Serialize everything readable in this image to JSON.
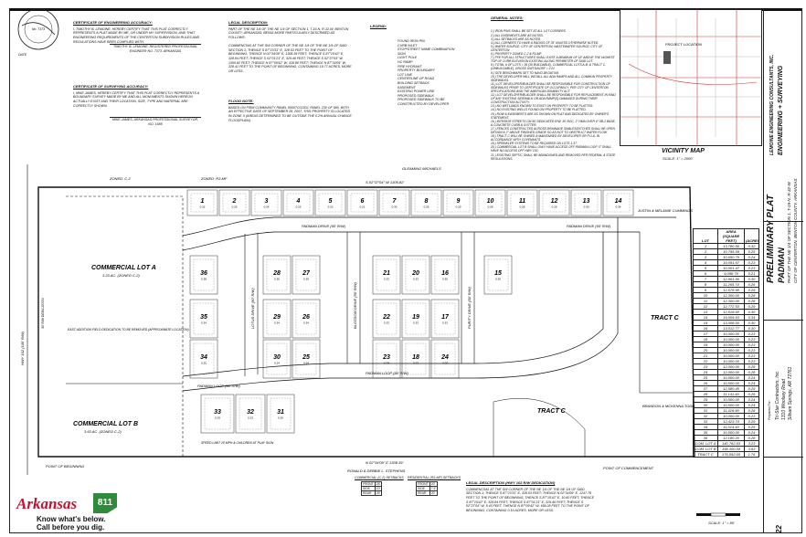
{
  "certificates": {
    "engineering_title": "CERTIFICATE OF ENGINEERING ACCURACY:",
    "engineering_text": "I, TIMOTHY B. LEMOINE, HEREBY CERTIFY THAT THIS PLAT CORRECTLY REPRESENTS A PLAT MADE BY ME, OR UNDER MY SUPERVISION, AND THAT ENGINEERING REQUIREMENTS OF THE CENTERTON SUBDIVISION RULES AND REGULATIONS HAVE BEEN COMPLIED WITH.",
    "engineer_sign": "TIMOTHY B. LEMOINE, REGISTERED PROFESSIONAL ENGINEER NO. 7373, ARKANSAS",
    "surveying_title": "CERTIFICATE OF SURVEYING ACCURACY:",
    "surveying_text": "I, MIKE JAMES, HEREBY CERTIFY THAT THIS PLAT CORRECTLY REPRESENTS A BOUNDARY SURVEY MADE BY ME AND ALL MONUMENTS SHOWN HEREON ACTUALLY EXIST AND THEIR LOCATION, SIZE, TYPE AND MATERIAL ARE CORRECTLY SHOWN.",
    "surveyor_sign": "MIKE JAMES, ARKANSAS PROFESSIONAL SURVEYOR, NO. 1685",
    "date_label": "DATE",
    "seal_text": "ARKANSAS REGISTERED PROFESSIONAL ENGINEER"
  },
  "legal_description": {
    "title": "LEGAL DESCRIPTION:",
    "text": "PART OF THE NE 1/4 OF THE NE 1/4 OF SECTION 1, T-19-N, R-32-W, BENTON COUNTY, ARKANSAS, BEING MORE PARTICULARLY DESCRIBED AS FOLLOWS:\n\nCOMMENCING AT THE SW CORNER OF THE NE 1/4 OF THE NE 1/4 OF SAID SECTION 1; THENCE S 87°23'31\" E, 328.53 FEET TO THE POINT OF BEGINNING; THENCE N 02°34'09\" E, 1308.39 FEET; THENCE S 87°15'42\" E, 328.84 FEET; THENCE S 02°01'21\" E, 329.46 FEET; THENCE S 02°37'04\" W, 1300.82 FEET; THENCE N 87°09'42\" W, 328.80 FEET; THENCE N 87°34'09\" W, 328.41 FEET TO THE POINT OF BEGINNING, CONTAINING 19.77 ACRES, MORE OR LESS."
  },
  "flood_note": {
    "title": "FLOOD NOTE:",
    "text": "BASED ON FIRM COMMUNITY PANEL 05007C0230J, PANEL 230 OF 580, WITH AN EFFECTIVE DATE OF SEPTEMBER 28, 2007, THIS PROPERTY IS LOCATED IN ZONE X (AREAS DETERMINED TO BE OUTSIDE THE 0.2% ANNUAL CHANCE FLOODPLAIN)."
  },
  "legend": {
    "title": "LEGEND:",
    "items": [
      "FOUND IRON PIN",
      "CURB INLET",
      "STOP/STREET NAME COMBINATION SIGN",
      "LIGHT POLE",
      "HC RAMP",
      "FIRE HYDRANT",
      "PROPERTY BOUNDARY",
      "LOT LINE",
      "CENTERLINE OF ROAD",
      "BUILDING SETBACK",
      "EASEMENT",
      "EXISTING POWER LINE",
      "PROPOSED SIDEWALK",
      "PROPOSED SIDEWALK TO BE CONSTRUCTED BY DEVELOPER"
    ]
  },
  "general_notes": {
    "title": "GENERAL NOTES:",
    "items": [
      "1.) IRON PINS SHALL BE SET AT ALL LOT CORNERS.",
      "2.) ALL EASEMENTS ARE AS NOTED.",
      "3.) ALL SETBACKS ARE AS NOTED.",
      "4.) ALL CORNERS TO HAVE A RADIUS OF 25' UNLESS OTHERWISE NOTED.",
      "5.) WATER SOURCE: CITY OF CENTERTON; WASTEWATER SOURCE: CITY OF CENTERTON",
      "6.) PROPERTY ZONED C-2 & R3-MF.",
      "7.) FFE FOR ALL STRUCTURES SHALL EXIST A MINIMUM OF 18\" ABOVE THE HIGHEST TOP OF CURB ELEVATION EXISTING ALONG PERIMETER OF SAID LOT.",
      "8.) TOTAL # OF LOTS = 36 (36 BUILDABLE), COMMERCIAL LOTS A-B, & TRACT C. (UNBUILDABLE), GROSS UNITS/ACRE = 3.21",
      "9.) SITE BENCHMARK SET TO NAVD-88 DATUM.",
      "10.) THE DEVELOPER WILL INSTALL ALL ADA RAMPS AND ALL COMMON PROPERTY SIDEWALKS.",
      "11.) LOT DEVELOPER/BUILDER SHALL BE RESPONSIBLE FOR CONSTRUCTION OF SIDEWALKS PRIOR TO CERTIFICATE OF OCCUPANCY, PER CITY OF CENTERTON SPECIFICATIONS AND THE AMERICAN DISABILITY ACT.",
      "12.) LOT DEVELOPER/BUILDER SHALL BE RESPONSIBLE FOR REPLACEMENT IN KIND OF ANY EXISTING SIDEWALK OR ADA RAMP(S) DAMAGED DURING THEIR CONSTRUCTION ACTIVITY.",
      "13.) NO WETLANDS KNOWN TO EXIST ON PROPERTY TO BE PLATTED.",
      "14.) NO EXISTING WELLS FOUND ON PROPERTY TO BE PLATTED.",
      "15.) ROW & EASEMENTS ARE AS SHOWN ON PLAT AND DEDICATED BY OWNER'S STATEMENT.",
      "16.) INTERIOR STREETS ON 50' DEDICATED R/W, 30' BOC, 2\" HMA OVER 6\" SB-2 BASE, & CONCRETE CURB & GUTTER.",
      "17.) FENCES CONSTRUCTED ACROSS DRAINAGE SWALES/DITCHES SHALL BE OPEN DESIGN & 2\" ABOVE FINISHED GRADE SO AS NOT TO OBSTRUCT WATER FLOW.",
      "18.) TRACT C WILL BE OWNED & MAINTAINED BY DEVELOPER OR P.O.A. IN ACCORDANCE WITH COVENANTS.",
      "19.) SPRINKLER SYSTEMS TO BE REQUIRED ON LOTS 1-37.",
      "20.) COMMERCIAL LOT B SHALL ONLY HAVE ACCESS OFF PADMAN LOOP. IT SHALL HAVE NO ACCESS OFF HWY 102.",
      "21.) EXISTING SEPTIC SHALL BE ABANDONED AND REMOVED PER FEDERAL & STATE REGULATIONS."
    ]
  },
  "vicinity_map": {
    "title": "VICINITY MAP",
    "scale": "SCALE: 1\" = 2000'",
    "project_label": "PROJECT LOCATION"
  },
  "plan": {
    "streets": {
      "padman_drive": "PADMAN DRIVE (50' R/W)",
      "padman_loop": "PADMAN LOOP (50' R/W)",
      "blossom_drive": "BLOSSOM DRIVE (50' R/W)",
      "purity_drive": "PURITY DRIVE (50' R/W)",
      "lotus_drive": "LOTUS DRIVE (50' R/W)",
      "hwy": "HWY 102 (100' R/W)"
    },
    "commercial_lot_a": "COMMERCIAL LOT A",
    "commercial_lot_a_sub": "3.23 AC. (ZONED C-2)",
    "commercial_lot_b": "COMMERCIAL LOT B",
    "commercial_lot_b_sub": "3.63 AC. (ZONED C-2)",
    "tract_c_mid": "TRACT C",
    "tract_c_right": "TRACT C",
    "top_bearing": "S 02°37'04\" W   1305.82'",
    "bottom_bearing": "N 02°34'09\" E   1308.39'",
    "north_owner": "GLEAMING MICHAELS",
    "south_owner": "RONALD & DEBBIE L. STEPHENS",
    "east_owner": "JUSTIN & MELANIE CUMMINGS",
    "east_owner_2": "BRANDON & MCKENNA TODD",
    "zone_top": "ZONED: C-2",
    "zone_top_2": "ZONED: R3-MF",
    "pob": "POINT OF BEGINNING",
    "poc": "POINT OF COMMENCEMENT",
    "easement_note": "EAST ADDITION FIELD DEDICATION TO BE REMOVED (APPROXIMATE LOCATION)",
    "speed_sign": "SPEED LIMIT 20 MPH & CHILDREN AT PLAY SIGN",
    "row_dedication": "30' R/W DEDICATION"
  },
  "lots": {
    "header": [
      "LOT",
      "AREA (SQUARE FEET)",
      "(ACRES)"
    ],
    "rows": [
      [
        "1",
        "13,780.56",
        "0.32"
      ],
      [
        "2",
        "10,795.59",
        "0.25"
      ],
      [
        "3",
        "10,650.79",
        "0.24"
      ],
      [
        "4",
        "10,091.67",
        "0.23"
      ],
      [
        "5",
        "10,001.47",
        "0.23"
      ],
      [
        "6",
        "9,098.79",
        "0.21"
      ],
      [
        "7",
        "12,961.56",
        "0.30"
      ],
      [
        "8",
        "11,265.74",
        "0.26"
      ],
      [
        "9",
        "12,678.95",
        "0.29"
      ],
      [
        "10",
        "12,300.00",
        "0.28"
      ],
      [
        "11",
        "12,300.00",
        "0.28"
      ],
      [
        "12",
        "12,772.53",
        "0.29"
      ],
      [
        "13",
        "12,919.60",
        "0.30"
      ],
      [
        "14",
        "15,009.53",
        "0.34"
      ],
      [
        "15",
        "13,008.00",
        "0.30"
      ],
      [
        "16",
        "13,012.77",
        "0.30"
      ],
      [
        "17",
        "10,000.00",
        "0.23"
      ],
      [
        "18",
        "10,000.00",
        "0.23"
      ],
      [
        "19",
        "10,000.00",
        "0.23"
      ],
      [
        "20",
        "10,000.00",
        "0.23"
      ],
      [
        "21",
        "10,000.00",
        "0.23"
      ],
      [
        "22",
        "10,000.00",
        "0.23"
      ],
      [
        "23",
        "12,000.00",
        "0.28"
      ],
      [
        "24",
        "12,000.00",
        "0.28"
      ],
      [
        "25",
        "10,500.00",
        "0.24"
      ],
      [
        "26",
        "10,500.00",
        "0.24"
      ],
      [
        "27",
        "12,580.45",
        "0.29"
      ],
      [
        "28",
        "11,141.40",
        "0.26"
      ],
      [
        "29",
        "10,500.00",
        "0.24"
      ],
      [
        "30",
        "10,500.00",
        "0.24"
      ],
      [
        "31",
        "11,416.90",
        "0.26"
      ],
      [
        "32",
        "10,000.00",
        "0.23"
      ],
      [
        "33",
        "12,423.74",
        "0.29"
      ],
      [
        "34",
        "11,014.40",
        "0.25"
      ],
      [
        "35",
        "10,500.00",
        "0.24"
      ],
      [
        "36",
        "12,180.20",
        "0.28"
      ],
      [
        "COM. LOT A",
        "140,762.93",
        "3.23"
      ],
      [
        "COM. LOT B",
        "158,300.50",
        "3.63"
      ],
      [
        "TRACT C",
        "176,592.65",
        "1.76"
      ]
    ]
  },
  "title_block": {
    "title": "PRELIMINARY PLAT",
    "name": "PADMAN",
    "subtitle": "PART OF THE NE 1/4 OF SECTION 1, T-19-N, R-32-W",
    "city": "CITY OF CENTERTON, BENTON COUNTY, ARKANSAS",
    "prepared_for_label": "Prepared For:",
    "owner": "Tri-Star Contractors, Inc.",
    "owner_addr1": "1310 Woolsey Road",
    "owner_addr2": "Siloam Springs, AR 72761",
    "firm": "LEMOINE ENGINEERING CONSULTANTS, INC.",
    "firm_tag": "ENGINEERING + SURVEYING",
    "sheet": "22"
  },
  "setbacks": {
    "commercial_title": "COMMERCIAL (C-2) SETBACKS",
    "commercial": [
      [
        "FRONT",
        "25'"
      ],
      [
        "SIDE",
        "10'"
      ],
      [
        "REAR",
        "25'"
      ]
    ],
    "residential_title": "RESIDENTIAL (R3-MF) SETBACKS",
    "residential": [
      [
        "FRONT",
        "20'"
      ],
      [
        "SIDE",
        "7.5'"
      ],
      [
        "REAR",
        "20'"
      ]
    ]
  },
  "legal_tract_c": {
    "title": "LEGAL DESCRIPTION (HWY 102 R/W DEDICATION)",
    "text": "COMMENCING AT THE SW CORNER OF THE NE 1/4 OF THE NE 1/4 OF SAID SECTION 1; THENCE S 87°23'31\" E, 328.53 FEET; THENCE N 02°34'09\" E, 1247.78 FEET TO THE POINT OF BEGINNING; THENCE S 87°15'42\" E, 10.60 FEET; THENCE S 87°15'42\" E, 329.84 FEET; THENCE S 87°01'21\" E, 329.46 FEET; THENCE S 02°37'04\" W, 5.43 FEET; THENCE N 87°09'42\" W, 659.28 FEET TO THE POINT OF BEGINNING, CONTAINING 0.16 ACRES, MORE OR LESS."
  },
  "scale_bar": "SCALE: 1\" = 80'",
  "logo_811": {
    "state": "Arkansas",
    "number": "811",
    "line1": "Know what's below.",
    "line2": "Call before you dig."
  },
  "colors": {
    "ink": "#111111",
    "logo_red": "#c8102e",
    "logo_green": "#2e8b3a",
    "street_fill": "#ffffff"
  }
}
